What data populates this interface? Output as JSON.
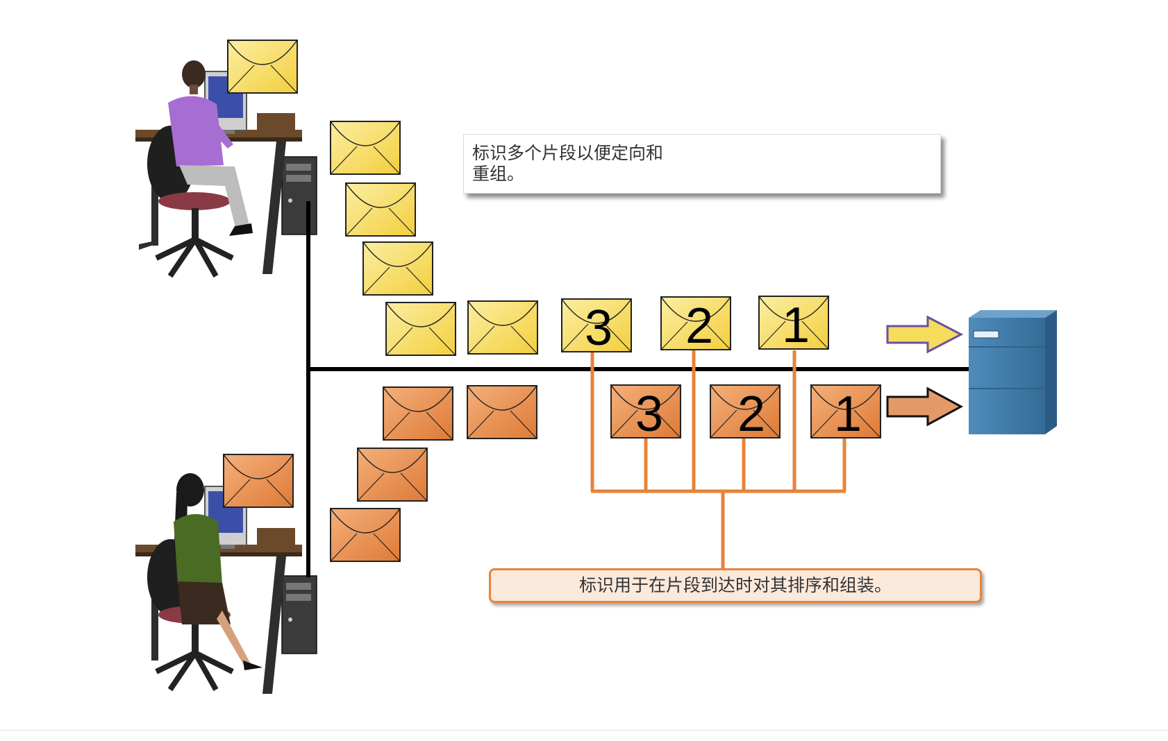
{
  "callouts": {
    "top_line1": "标识多个片段以便定向和",
    "top_line2": "重组。",
    "bottom": "标识用于在片段到达时对其排序和组装。"
  },
  "sequence_labels": {
    "yellow": [
      "3",
      "2",
      "1"
    ],
    "orange": [
      "3",
      "2",
      "1"
    ]
  },
  "colors": {
    "yellow_envelope": "#f8e27a",
    "orange_envelope": "#e8914f",
    "orange_connector": "#e8833a",
    "server": "#3f79a6",
    "network_line": "#000000"
  },
  "icons": {
    "sender_top": "man-at-computer",
    "sender_bottom": "woman-at-computer",
    "receiver": "server-icon",
    "segment": "envelope-icon"
  }
}
